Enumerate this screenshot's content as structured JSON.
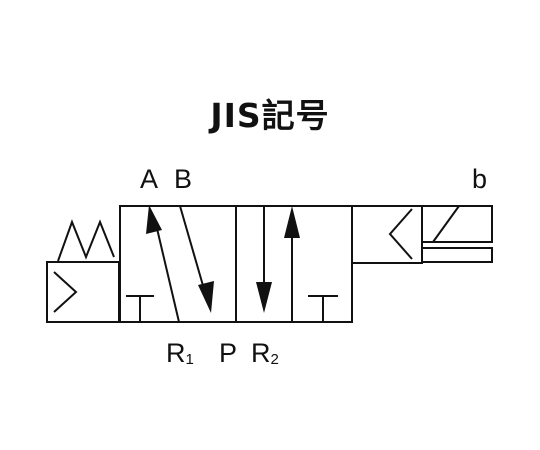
{
  "title": "JIS記号",
  "labels": {
    "a": "A",
    "b_port": "B",
    "b_sol": "b",
    "r1": "R",
    "r1_sub": "1",
    "p": "P",
    "r2": "R",
    "r2_sub": "2"
  }
}
